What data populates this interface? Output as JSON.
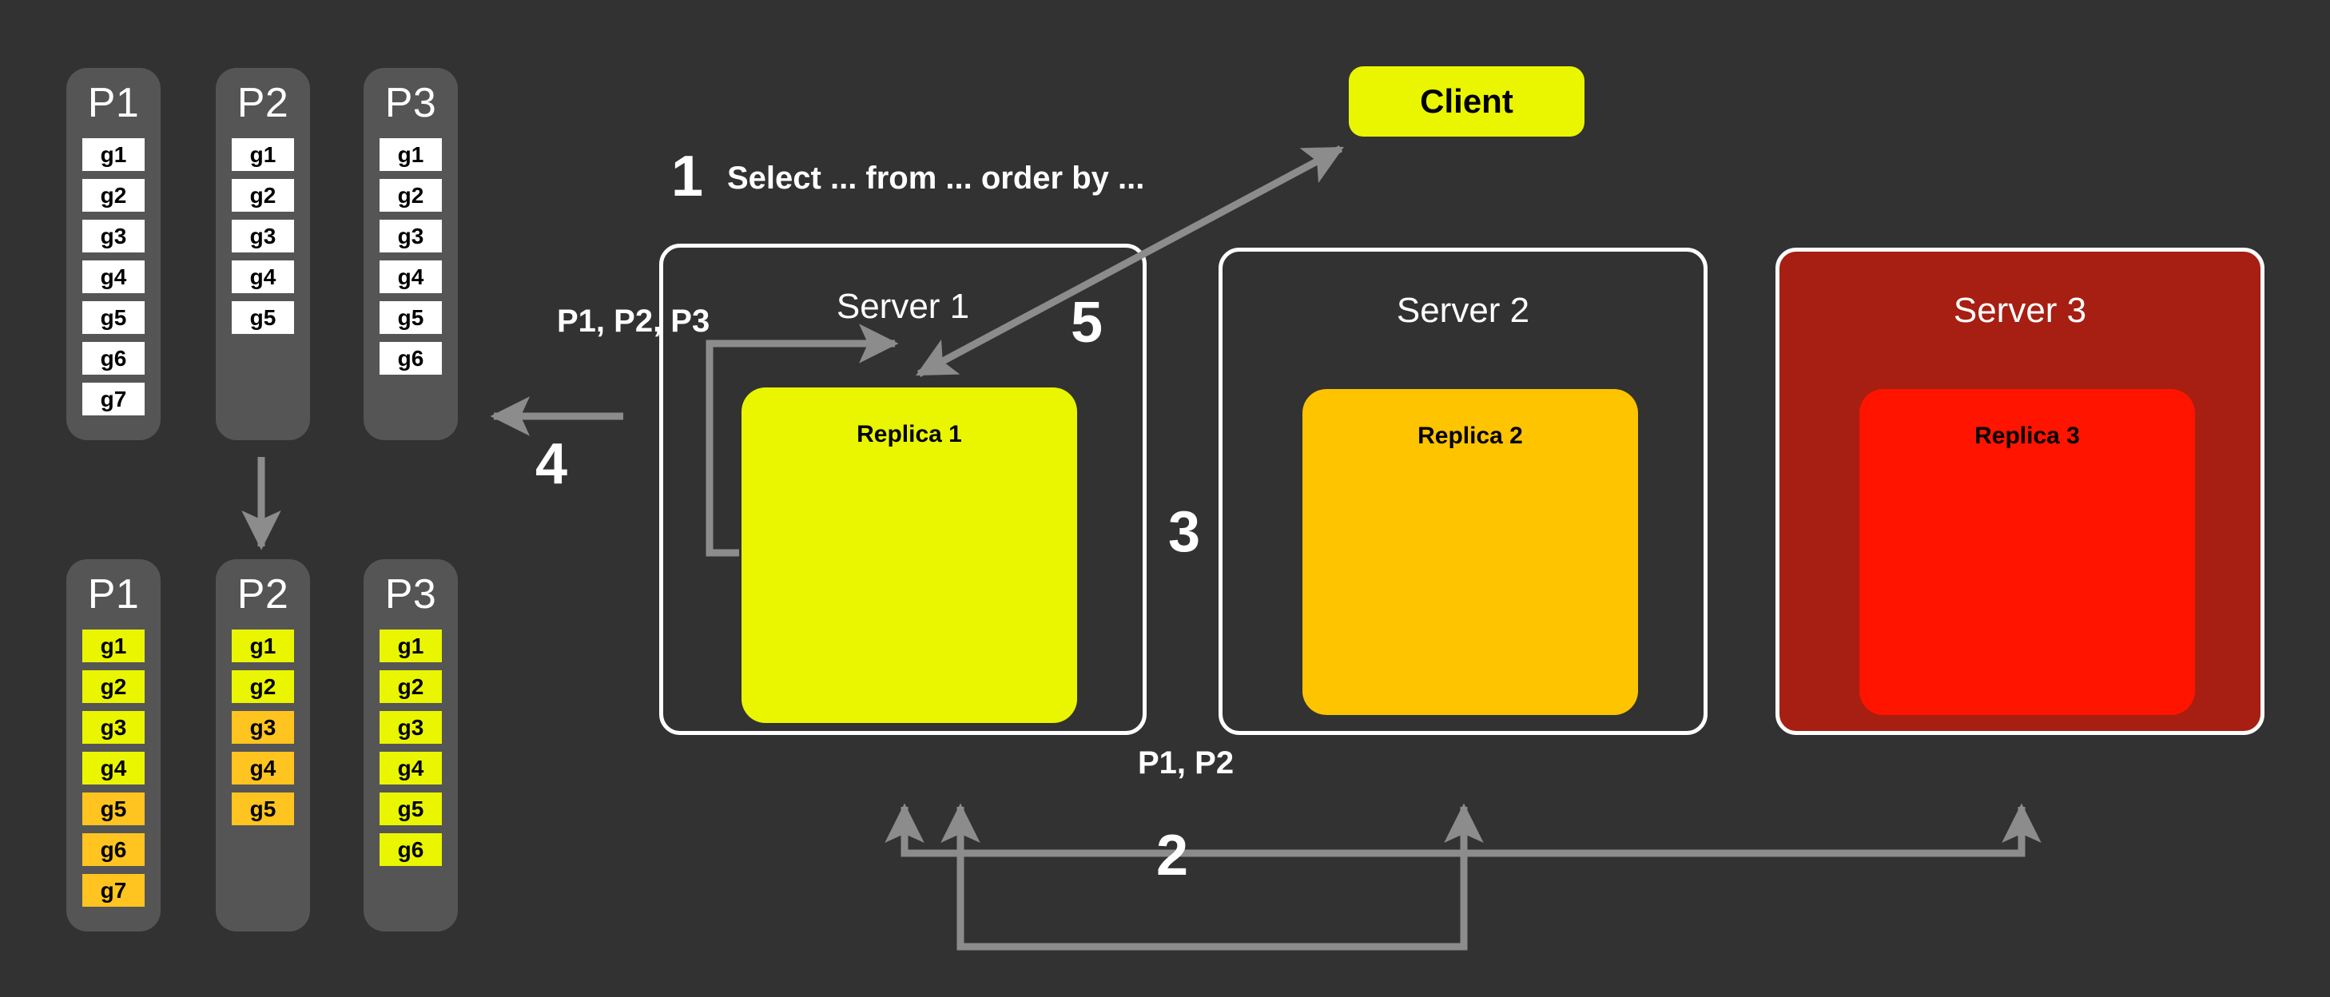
{
  "background": "#323232",
  "colors": {
    "column_gray": "#555555",
    "cell_white": "#ffffff",
    "cell_yellow": "#eaf500",
    "cell_orange": "#ffc41f",
    "replica1": "#eaf500",
    "replica2": "#ffc400",
    "replica3": "#ff1400",
    "server3_fill": "#a61f12",
    "arrow_gray": "#8c8c8c",
    "text_white": "#ffffff"
  },
  "partitions_top": [
    {
      "title": "P1",
      "cells": [
        {
          "label": "g1",
          "color": "white"
        },
        {
          "label": "g2",
          "color": "white"
        },
        {
          "label": "g3",
          "color": "white"
        },
        {
          "label": "g4",
          "color": "white"
        },
        {
          "label": "g5",
          "color": "white"
        },
        {
          "label": "g6",
          "color": "white"
        },
        {
          "label": "g7",
          "color": "white"
        }
      ]
    },
    {
      "title": "P2",
      "cells": [
        {
          "label": "g1",
          "color": "white"
        },
        {
          "label": "g2",
          "color": "white"
        },
        {
          "label": "g3",
          "color": "white"
        },
        {
          "label": "g4",
          "color": "white"
        },
        {
          "label": "g5",
          "color": "white"
        }
      ]
    },
    {
      "title": "P3",
      "cells": [
        {
          "label": "g1",
          "color": "white"
        },
        {
          "label": "g2",
          "color": "white"
        },
        {
          "label": "g3",
          "color": "white"
        },
        {
          "label": "g4",
          "color": "white"
        },
        {
          "label": "g5",
          "color": "white"
        },
        {
          "label": "g6",
          "color": "white"
        }
      ]
    }
  ],
  "partitions_bottom": [
    {
      "title": "P1",
      "cells": [
        {
          "label": "g1",
          "color": "yellow"
        },
        {
          "label": "g2",
          "color": "yellow"
        },
        {
          "label": "g3",
          "color": "yellow"
        },
        {
          "label": "g4",
          "color": "yellow"
        },
        {
          "label": "g5",
          "color": "orange"
        },
        {
          "label": "g6",
          "color": "orange"
        },
        {
          "label": "g7",
          "color": "orange"
        }
      ]
    },
    {
      "title": "P2",
      "cells": [
        {
          "label": "g1",
          "color": "yellow"
        },
        {
          "label": "g2",
          "color": "yellow"
        },
        {
          "label": "g3",
          "color": "orange"
        },
        {
          "label": "g4",
          "color": "orange"
        },
        {
          "label": "g5",
          "color": "orange"
        }
      ]
    },
    {
      "title": "P3",
      "cells": [
        {
          "label": "g1",
          "color": "yellow"
        },
        {
          "label": "g2",
          "color": "yellow"
        },
        {
          "label": "g3",
          "color": "yellow"
        },
        {
          "label": "g4",
          "color": "yellow"
        },
        {
          "label": "g5",
          "color": "yellow"
        },
        {
          "label": "g6",
          "color": "yellow"
        }
      ]
    }
  ],
  "client": {
    "label": "Client"
  },
  "servers": [
    {
      "title": "Server 1",
      "replica": "Replica 1"
    },
    {
      "title": "Server 2",
      "replica": "Replica 2"
    },
    {
      "title": "Server 3",
      "replica": "Replica 3"
    }
  ],
  "steps": {
    "one": "1",
    "two": "2",
    "three": "3",
    "four": "4",
    "five": "5"
  },
  "labels": {
    "query": "Select ... from ... order by ...",
    "partitions_all": "P1, P2, P3",
    "partitions_p1p2": "P1, P2"
  }
}
